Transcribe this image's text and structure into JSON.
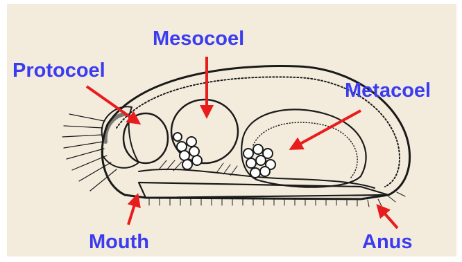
{
  "labels": {
    "mesocoel": "Mesocoel",
    "protocoel": "Protocoel",
    "metacoel": "Metacoel",
    "mouth": "Mouth",
    "anus": "Anus"
  },
  "colors": {
    "background_panel": "#f3ecdd",
    "label_text": "#3b3bf0",
    "arrow": "#e81c1c",
    "ink": "#1a1a1a"
  }
}
